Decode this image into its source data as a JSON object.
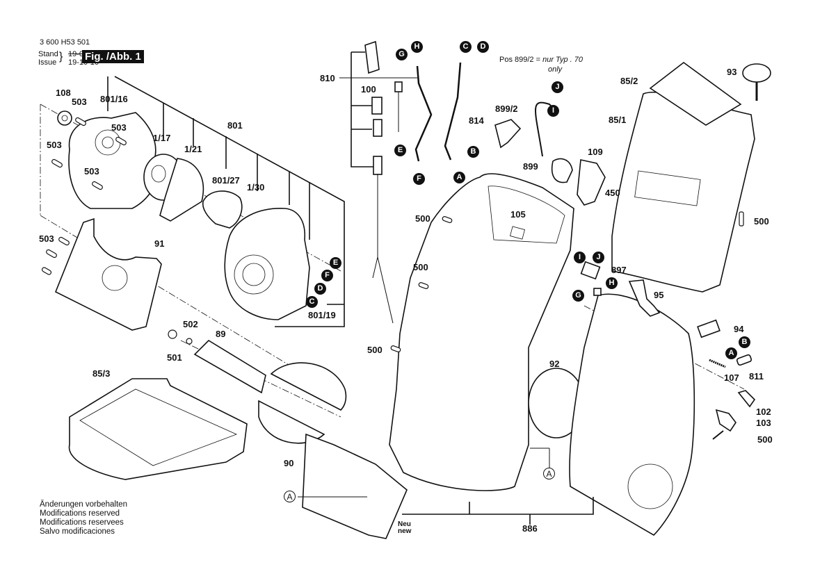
{
  "header": {
    "part_number": "3 600 H53 501",
    "stand_label": "Stand",
    "issue_label": "Issue",
    "stand_value": "19-07",
    "issue_value": "19-10-16",
    "figure_label": "Fig. /Abb. 1"
  },
  "note": {
    "prefix": "Pos 899/2 =",
    "text_de": "nur Typ . 70",
    "text_en": "only"
  },
  "disclaimer": [
    "Änderungen vorbehalten",
    "Modifications reserved",
    "Modifications reservees",
    "Salvo modificaciones"
  ],
  "new_label": {
    "de": "Neu",
    "en": "new"
  },
  "part_labels": {
    "p108": "108",
    "p503a": "503",
    "p801_16": "801/16",
    "p503b": "503",
    "p503c": "503",
    "p503d": "503",
    "p503e": "503",
    "p1_17": "1/17",
    "p1_21": "1/21",
    "p801": "801",
    "p801_27": "801/27",
    "p1_30": "1/30",
    "p91": "91",
    "p801_19": "801/19",
    "p502": "502",
    "p501": "501",
    "p89": "89",
    "p85_3": "85/3",
    "p90": "90",
    "p810": "810",
    "p100": "100",
    "p814": "814",
    "p899_2": "899/2",
    "p899": "899",
    "p109": "109",
    "p105": "105",
    "p500a": "500",
    "p500b": "500",
    "p500c": "500",
    "p500d": "500",
    "p500e": "500",
    "p85_2": "85/2",
    "p93": "93",
    "p85_1": "85/1",
    "p450": "450",
    "p897": "897",
    "p95": "95",
    "p94": "94",
    "p92": "92",
    "p107": "107",
    "p811": "811",
    "p102": "102",
    "p103": "103",
    "p886": "886"
  },
  "connectors": {
    "c_G1": "G",
    "c_H1": "H",
    "c_E1": "E",
    "c_F1": "F",
    "c_C1": "C",
    "c_D1": "D",
    "c_A1": "A",
    "c_B1": "B",
    "c_J1": "J",
    "c_I1": "I",
    "c_E2": "E",
    "c_F2": "F",
    "c_D2": "D",
    "c_C2": "C",
    "c_I2": "I",
    "c_J2": "J",
    "c_H2": "H",
    "c_G2": "G",
    "c_A2": "A",
    "c_B2": "B"
  },
  "ref_markers": {
    "ref_A1": "A",
    "ref_A2": "A"
  }
}
